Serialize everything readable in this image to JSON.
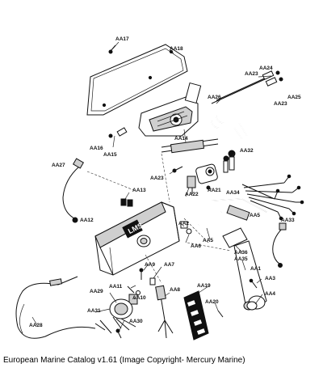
{
  "labels": {
    "AA17": "AA17",
    "AA18": "AA18",
    "AA24": "AA24",
    "AA23a": "AA23",
    "AA25": "AA25",
    "AA23b": "AA23",
    "AA26": "AA26",
    "AA16": "AA16",
    "AA15": "AA15",
    "AA14": "AA14",
    "AA32": "AA32",
    "AA27": "AA27",
    "AA23c": "AA23",
    "AA13": "AA13",
    "AA22": "AA22",
    "AA21": "AA21",
    "AA34": "AA34",
    "AA5a": "AA5",
    "AA12": "AA12",
    "AA2": "AA2",
    "AA33": "AA33",
    "AA6": "AA6",
    "AA5b": "AA5",
    "AA36": "AA36",
    "AA35": "AA35",
    "AA9": "AA9",
    "AA7": "AA7",
    "AA1": "AA1",
    "AA3": "AA3",
    "AA11": "AA11",
    "AA8": "AA8",
    "AA19": "AA19",
    "AA4": "AA4",
    "AA29": "AA29",
    "AA10": "AA10",
    "AA20": "AA20",
    "AA31": "AA31",
    "AA28": "AA28",
    "AA30": "AA30"
  },
  "footer": "European Marine Catalog v1.61 (Image Copyright- Mercury Marine)"
}
